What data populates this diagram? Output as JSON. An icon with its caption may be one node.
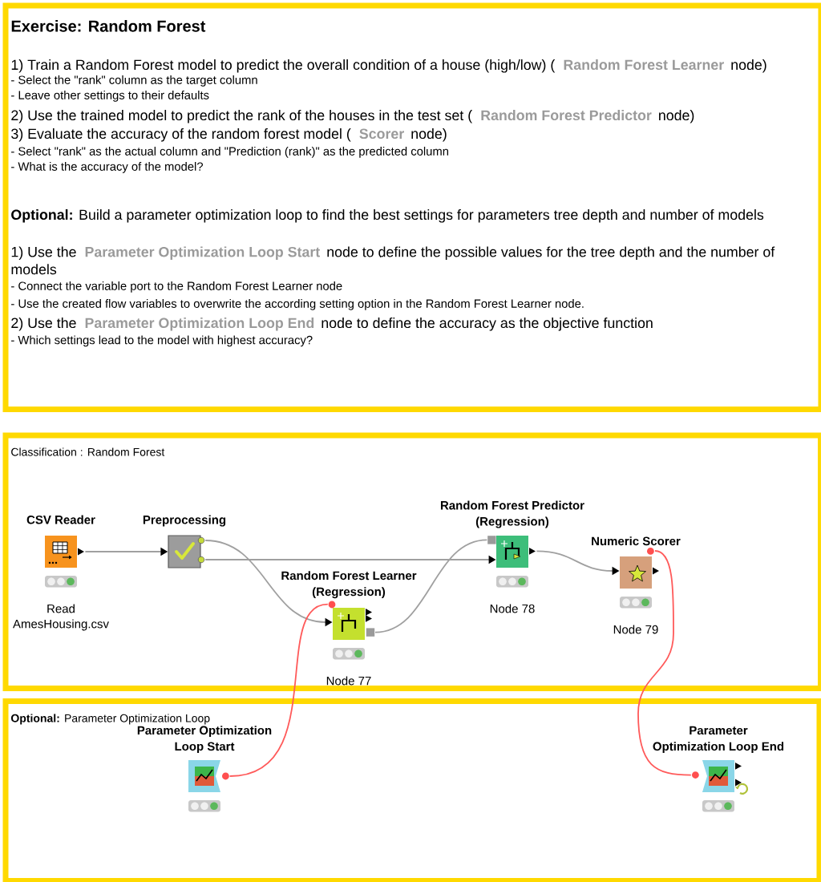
{
  "diagram": {
    "nodes": [
      {
        "text": [
          "Exercise: Random Forest",
          "1) Train a Random Forest model to predict the overall condition of a house (high/low) (",
          "Random Forest Learner",
          "node)",
          "- Select the \"rank\" column as the target column",
          "- Leave other settings to their defaults",
          "2) Use the trained model to predict the rank of the houses in the test set (",
          "Random Forest Predictor",
          "node)",
          "3) Evaluate the accuracy of the random forest model (",
          "Scorer",
          "node)",
          "- Select \"rank\" as the actual column and \"Prediction (rank)\" as the predicted column",
          "- What is the accuracy of the model?",
          "**Optional:** Build a parameter optimization loop to find the best settings for parameters tree depth and number of models",
          "1) Use the",
          "Parameter Optimization Loop Start",
          "node to define the possible values for the tree depth and the number of models",
          "- Connect the variable port to the Random Forest Learner node",
          "- Use the created flow variables to overwrite the according setting option in the Random Forest Learner node.",
          "2) Use the",
          "Parameter Optimization Loop End",
          "node to define the accuracy as the objective function",
          "- Which settings lead to the model with highest accuracy?"
        ]
      },
      {
        "text": [
          "Classification : Random Forest"
        ]
      },
      {
        "text": [
          "CSV Reader"
        ],
        "beside": [
          "Read AmesHousing.csv"
        ],
        "in": 1
      },
      {
        "text": [
          "Preprocessing"
        ],
        "in": 1
      },
      {
        "text": [
          "Random Forest Learner (Regression)"
        ],
        "beside": [
          "Node 77"
        ],
        "in": 1
      },
      {
        "text": [
          "Random Forest Predictor (Regression)"
        ],
        "beside": [
          "Node 78"
        ],
        "in": 1
      },
      {
        "text": [
          "Numeric Scorer"
        ],
        "beside": [
          "Node 79"
        ],
        "in": 1
      },
      {
        "text": [
          "**Optional:** Parameter Optimization Loop"
        ]
      },
      {
        "text": [
          "Parameter Optimization Loop Start"
        ],
        "in": 7
      },
      {
        "text": [
          "Parameter Optimization Loop End"
        ],
        "in": 7
      }
    ],
    "edges": [
      {
        "from": 2,
        "to": 3,
        "arrow": "to"
      },
      {
        "from": 3,
        "to": 4,
        "arrow": "to"
      },
      {
        "from": 3,
        "to": 5,
        "arrow": "to"
      },
      {
        "from": 4,
        "to": 5,
        "arrow": "none"
      },
      {
        "from": 5,
        "to": 6,
        "arrow": "to"
      },
      {
        "from": 8,
        "to": 4,
        "arrow": "none",
        "color": "#ff5a5a"
      },
      {
        "from": 6,
        "to": 9,
        "arrow": "none",
        "color": "#ff5a5a"
      }
    ]
  }
}
